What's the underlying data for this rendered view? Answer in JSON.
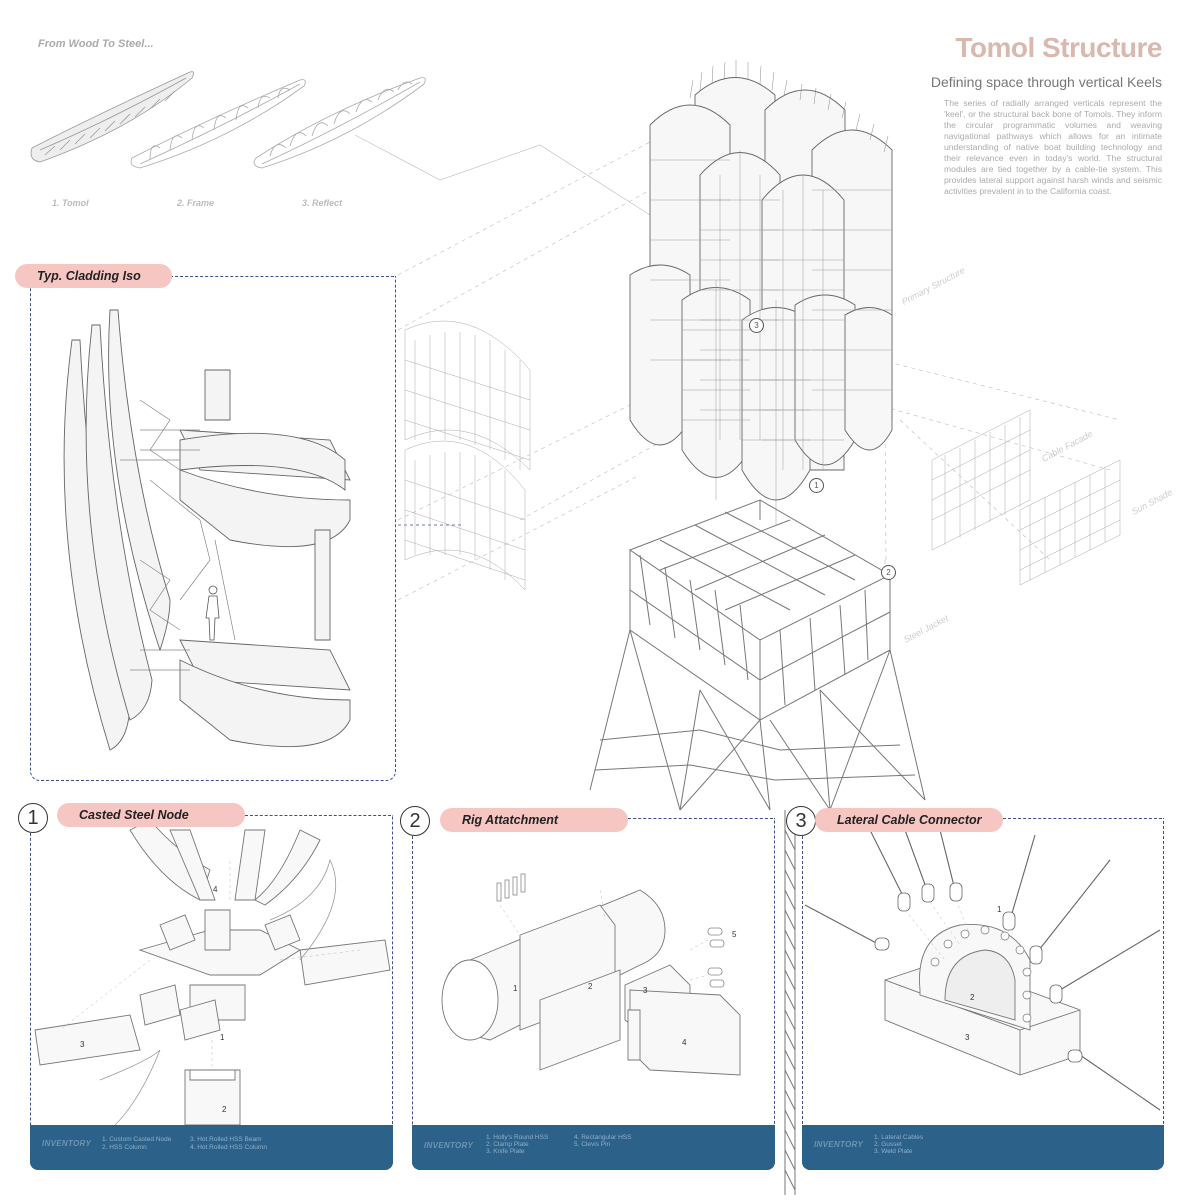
{
  "header": {
    "from_wood": "From Wood To Steel...",
    "title": "Tomol Structure",
    "subtitle": "Defining space through vertical Keels",
    "description": "The series of radially arranged verticals represent the 'keel', or the structural back bone of Tomols. They inform the circular programmatic volumes and weaving navigational pathways which allows for an intimate understanding of native boat building technology and their relevance even in today's world. The structural modules are tied together by a cable-tie system. This provides lateral support against harsh winds and seismic activities prevalent in to the California coast."
  },
  "evolution_steps": [
    "1. Tomol",
    "2. Frame",
    "3. Reflect"
  ],
  "cladding": {
    "label": "Typ. Cladding Iso"
  },
  "callouts": {
    "primary_structure": "Primary Structure",
    "cable_facade": "Cable Facade",
    "sun_shade": "Sun Shade",
    "steel_jacket": "Steel Jacket",
    "marker_1": "1",
    "marker_2": "2",
    "marker_3": "3"
  },
  "details": [
    {
      "number": "1",
      "title": "Casted Steel Node",
      "inventory_label": "INVENTORY",
      "inventory_col1": [
        "1. Custom Casted Node",
        "2. HSS Column"
      ],
      "inventory_col2": [
        "3. Hot Rolled HSS Beam",
        "4. Hot Rolled HSS Column"
      ],
      "part_labels": [
        "1",
        "2",
        "3",
        "4"
      ]
    },
    {
      "number": "2",
      "title": "Rig Attatchment",
      "inventory_label": "INVENTORY",
      "inventory_col1": [
        "1. Holly's Round HSS",
        "2. Clamp Plate",
        "3. Knife Plate"
      ],
      "inventory_col2": [
        "4. Rectangular HSS",
        "5. Clevis Pin"
      ],
      "part_labels": [
        "1",
        "2",
        "3",
        "4",
        "5"
      ]
    },
    {
      "number": "3",
      "title": "Lateral Cable Connector",
      "inventory_label": "INVENTORY",
      "inventory_col1": [
        "1. Lateral Cables",
        "2. Gusset",
        "3. Weld Plate"
      ],
      "inventory_col2": [],
      "part_labels": [
        "1",
        "2",
        "3"
      ]
    }
  ],
  "colors": {
    "accent_pink": "#f6c6c3",
    "title_rose": "#d9b8ae",
    "inventory_blue": "#2c6189",
    "dash_navy": "#3b4f8c"
  }
}
